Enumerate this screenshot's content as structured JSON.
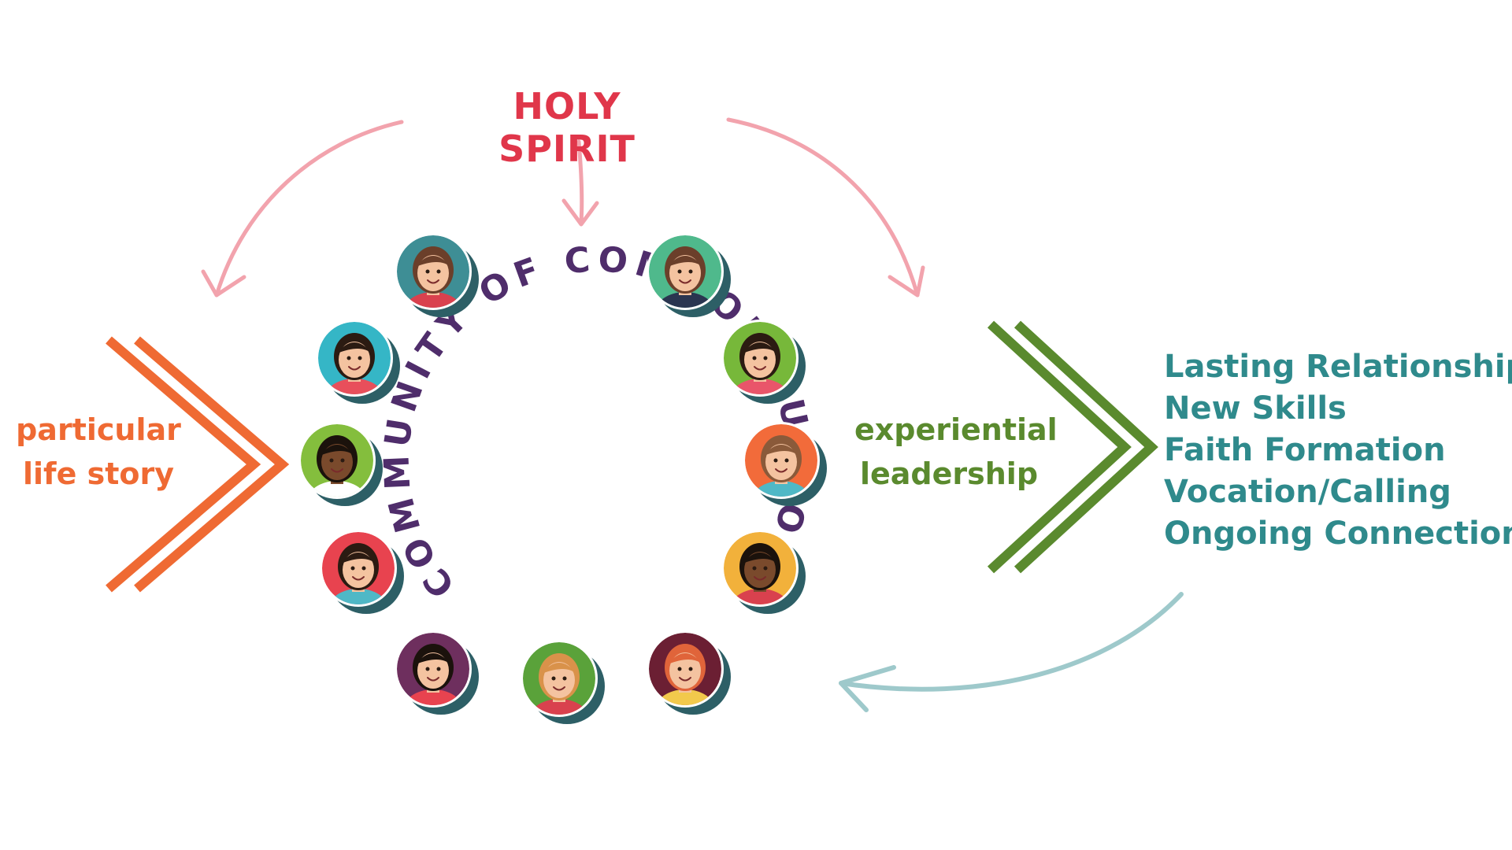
{
  "top_label": "HOLY SPIRIT",
  "left_label": [
    "particular",
    "life story"
  ],
  "middle_label": [
    "experiential",
    "leadership"
  ],
  "ring_text": "COMMUNITY OF COMMON PURPOSE",
  "outcomes": [
    "Lasting Relationships",
    "New Skills",
    "Faith Formation",
    "Vocation/Calling",
    "Ongoing Connection"
  ],
  "colors": {
    "holy_spirit": "#e0364a",
    "spirit_arrows": "#f2a3ad",
    "left": "#ef6a33",
    "middle": "#5a8a2e",
    "outcomes": "#2f8a8c",
    "return_arrow": "#9ec9cb",
    "ring_text": "#4f2d6b"
  },
  "avatars": [
    {
      "name": "avatar-boy-teal",
      "bg": "#3e8e95",
      "skin": "#f4c3a0",
      "hair": "#6b3f2a",
      "shirt": "#d9414e"
    },
    {
      "name": "avatar-man-green",
      "bg": "#4fb98c",
      "skin": "#f4c3a0",
      "hair": "#6b3f2a",
      "shirt": "#2a3550"
    },
    {
      "name": "avatar-girl-cyan",
      "bg": "#35b6c6",
      "skin": "#f4c3a0",
      "hair": "#2b1b12",
      "shirt": "#e84f5b"
    },
    {
      "name": "avatar-woman-lime",
      "bg": "#77b83a",
      "skin": "#f4c3a0",
      "hair": "#2b1b12",
      "shirt": "#e9556a"
    },
    {
      "name": "avatar-boy-lime",
      "bg": "#84be3d",
      "skin": "#7a4a2c",
      "hair": "#1b120c",
      "shirt": "#ffffff"
    },
    {
      "name": "avatar-boy-orange",
      "bg": "#f26b3a",
      "skin": "#f4c3a0",
      "hair": "#8a5a3a",
      "shirt": "#4fb8c6"
    },
    {
      "name": "avatar-girl-red",
      "bg": "#e8434f",
      "skin": "#f4c3a0",
      "hair": "#2b1b12",
      "shirt": "#4fb8c6"
    },
    {
      "name": "avatar-woman-amber",
      "bg": "#f2b13b",
      "skin": "#7a4a2c",
      "hair": "#1b120c",
      "shirt": "#d9414e"
    },
    {
      "name": "avatar-girl-purple",
      "bg": "#6e2f5e",
      "skin": "#f4c3a0",
      "hair": "#1b120c",
      "shirt": "#e8434f"
    },
    {
      "name": "avatar-boy-green",
      "bg": "#5aa23a",
      "skin": "#f4c3a0",
      "hair": "#d9924a",
      "shirt": "#d9414e"
    },
    {
      "name": "avatar-woman-maroon",
      "bg": "#6b1f33",
      "skin": "#f4c3a0",
      "hair": "#e0643a",
      "shirt": "#f2c94c"
    }
  ]
}
